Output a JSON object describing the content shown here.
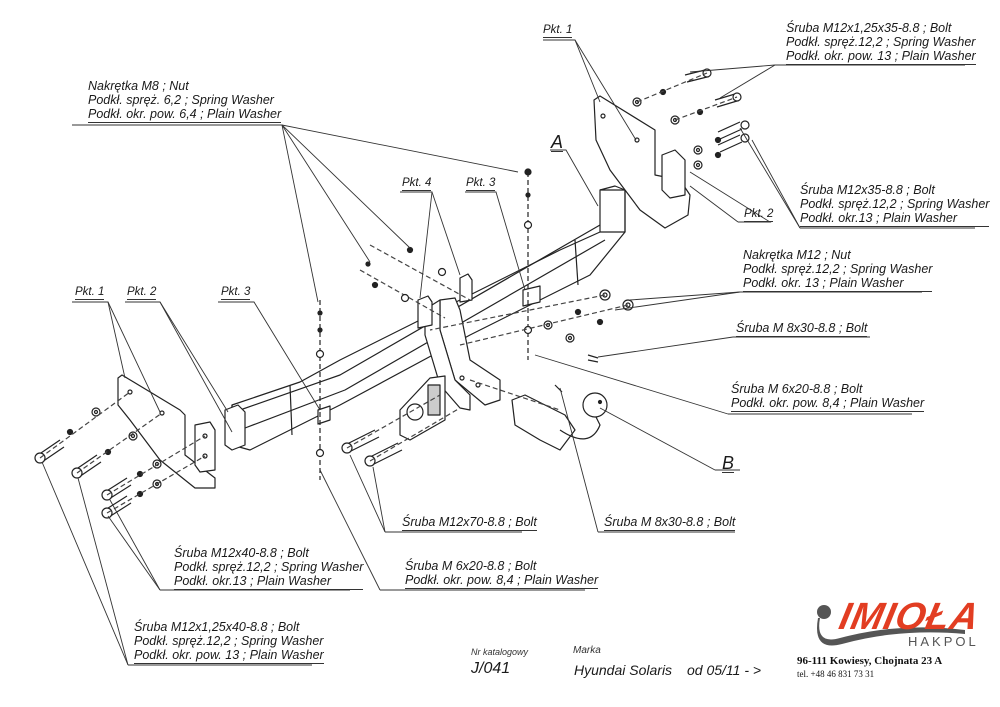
{
  "diagram": {
    "assembly_labels": {
      "a": "A",
      "b": "B"
    },
    "points": {
      "pkt1_left": "Pkt. 1",
      "pkt2_left": "Pkt. 2",
      "pkt3_left": "Pkt. 3",
      "pkt4_center": "Pkt. 4",
      "pkt3_center": "Pkt. 3",
      "pkt1_right": "Pkt. 1",
      "pkt2_right": "Pkt. 2"
    },
    "callouts": {
      "nut_m8": [
        "Nakrętka  M8 ; Nut",
        "Podkł. spręż. 6,2 ; Spring Washer",
        "Podkł. okr. pow. 6,4 ; Plain Washer"
      ],
      "bolt_m12x125x35": [
        "Śruba M12x1,25x35-8.8 ;  Bolt",
        "Podkł. spręż.12,2 ; Spring Washer",
        "Podkł. okr. pow. 13 ; Plain Washer"
      ],
      "bolt_m12x35": [
        "Śruba M12x35-8.8 ;  Bolt",
        "Podkł. spręż.12,2 ; Spring Washer",
        "Podkł. okr.13 ; Plain Washer"
      ],
      "nut_m12": [
        "Nakrętka  M12 ; Nut",
        "Podkł. spręż.12,2 ; Spring Washer",
        "Podkł. okr. 13 ; Plain Washer"
      ],
      "bolt_m8x30_right": [
        "Śruba M 8x30-8.8 ;  Bolt"
      ],
      "bolt_m6x20_right": [
        "Śruba M 6x20-8.8 ;  Bolt",
        "Podkł. okr. pow. 8,4 ; Plain Washer"
      ],
      "bolt_m12x70": [
        "Śruba M12x70-8.8 ;  Bolt"
      ],
      "bolt_m8x30_bottom": [
        "Śruba M 8x30-8.8 ;  Bolt"
      ],
      "bolt_m6x20_bottom": [
        "Śruba M 6x20-8.8 ;  Bolt",
        "Podkł. okr. pow. 8,4 ; Plain Washer"
      ],
      "bolt_m12x40": [
        "Śruba M12x40-8.8 ;  Bolt",
        "Podkł. spręż.12,2 ; Spring Washer",
        "Podkł. okr.13 ; Plain Washer"
      ],
      "bolt_m12x125x40": [
        "Śruba M12x1,25x40-8.8 ;  Bolt",
        "Podkł. spręż.12,2 ; Spring Washer",
        "Podkł. okr. pow. 13 ; Plain Washer"
      ]
    }
  },
  "footer": {
    "catalog_label": "Nr katalogowy",
    "catalog_number": "J/041",
    "brand_label": "Marka",
    "model": "Hyundai Solaris",
    "years": "od  05/11 - >"
  },
  "company": {
    "logo_text": "IMIOŁA",
    "logo_sub": "HAKPOL",
    "address": "96-111 Kowiesy, Chojnata 23 A",
    "phone": "tel. +48 46 831 73 31",
    "brand_color": "#e23d22",
    "hook_color": "#555555"
  }
}
